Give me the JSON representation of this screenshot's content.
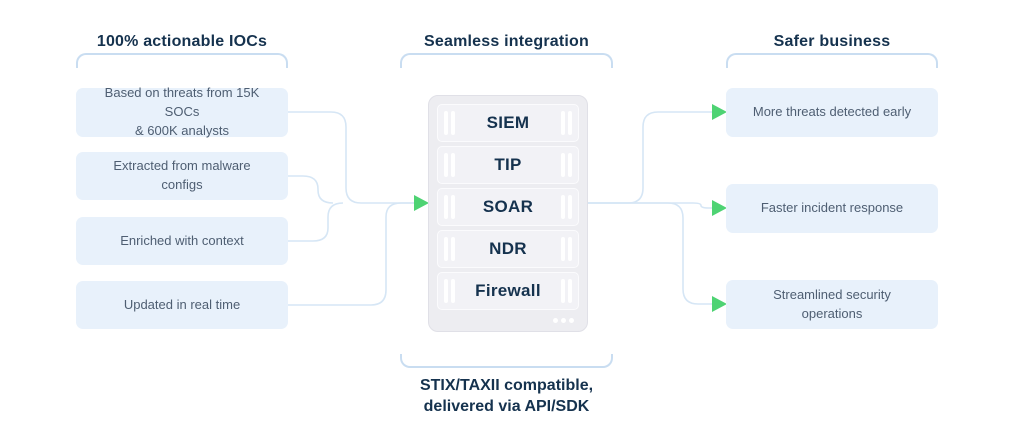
{
  "colors": {
    "navy": "#15324e",
    "box_fill": "#e8f1fb",
    "box_text": "#4e5e72",
    "connector": "#d6e6f5",
    "bracket": "#c9ddf1",
    "accent_green": "#4ed373",
    "rack_shell": "#ededf1",
    "rack_shell_border": "#e0e0e7",
    "rack_row": "#f2f2f6"
  },
  "columns": {
    "left": {
      "title": "100% actionable IOCs",
      "items": [
        "Based on threats from 15K SOCs\n& 600K analysts",
        "Extracted from malware\nconfigs",
        "Enriched with context",
        "Updated in real time"
      ]
    },
    "center": {
      "title": "Seamless integration",
      "rack_items": [
        "SIEM",
        "TIP",
        "SOAR",
        "NDR",
        "Firewall"
      ],
      "caption": "STIX/TAXII compatible,\ndelivered via API/SDK"
    },
    "right": {
      "title": "Safer business",
      "items": [
        "More threats detected early",
        "Faster incident response",
        "Streamlined security\noperations"
      ]
    }
  },
  "icons": {
    "flow_arrow": "green-triangle-right",
    "rack_more": "three-dots-ellipsis"
  }
}
